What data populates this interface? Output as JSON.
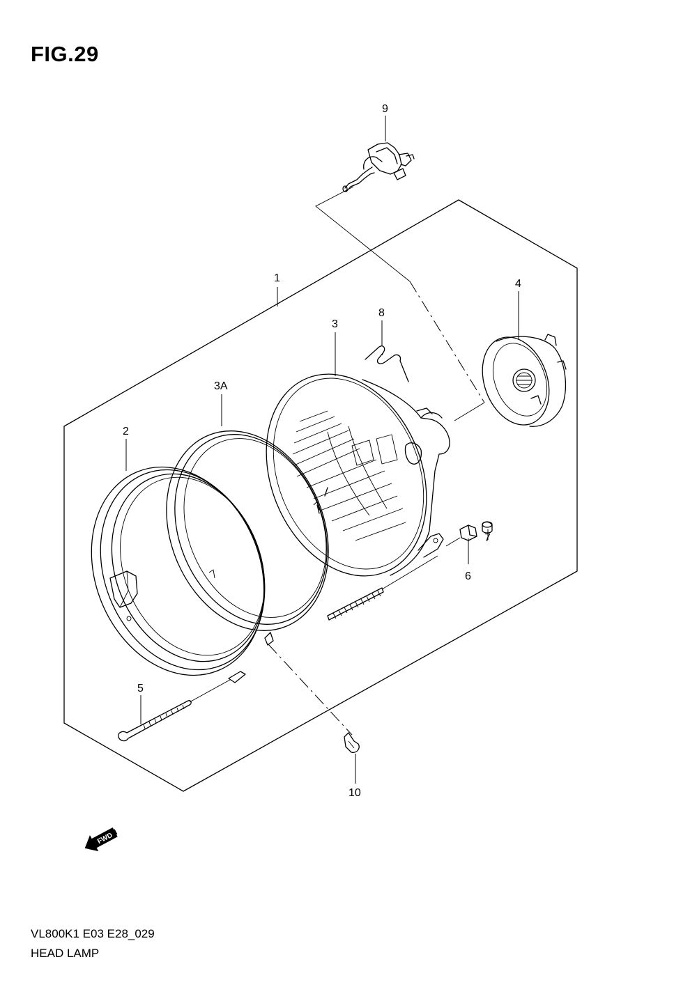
{
  "figure": {
    "title": "FIG.29"
  },
  "callouts": {
    "p1": "1",
    "p2": "2",
    "p3": "3",
    "p3a": "3A",
    "p4": "4",
    "p5": "5",
    "p6": "6",
    "p7": "7",
    "p8": "8",
    "p9": "9",
    "p10": "10"
  },
  "fwd_label": "FWD",
  "footer": {
    "code": "VL800K1 E03 E28_029",
    "name": "HEAD LAMP"
  }
}
